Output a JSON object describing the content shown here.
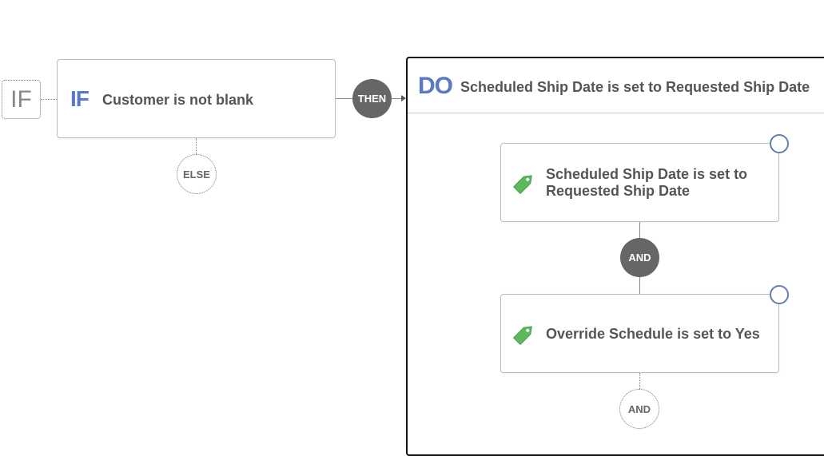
{
  "if_toggle": {
    "label": "IF"
  },
  "condition": {
    "keyword": "IF",
    "text": "Customer is not blank"
  },
  "connectors": {
    "then_label": "THEN",
    "else_label": "ELSE",
    "and_label": "AND",
    "add_and_label": "AND"
  },
  "do_block": {
    "keyword": "DO",
    "title": "Scheduled Ship Date is set to Requested Ship Date",
    "actions": [
      {
        "text": "Scheduled Ship Date is set to Requested Ship Date",
        "icon": "tag-icon"
      },
      {
        "text": "Override Schedule is set to Yes",
        "icon": "tag-icon"
      }
    ]
  },
  "colors": {
    "keyword_blue": "#5b78c7",
    "tag_green": "#5cb85c",
    "connector_gray": "#666666",
    "select_ring": "#5f7fae"
  }
}
